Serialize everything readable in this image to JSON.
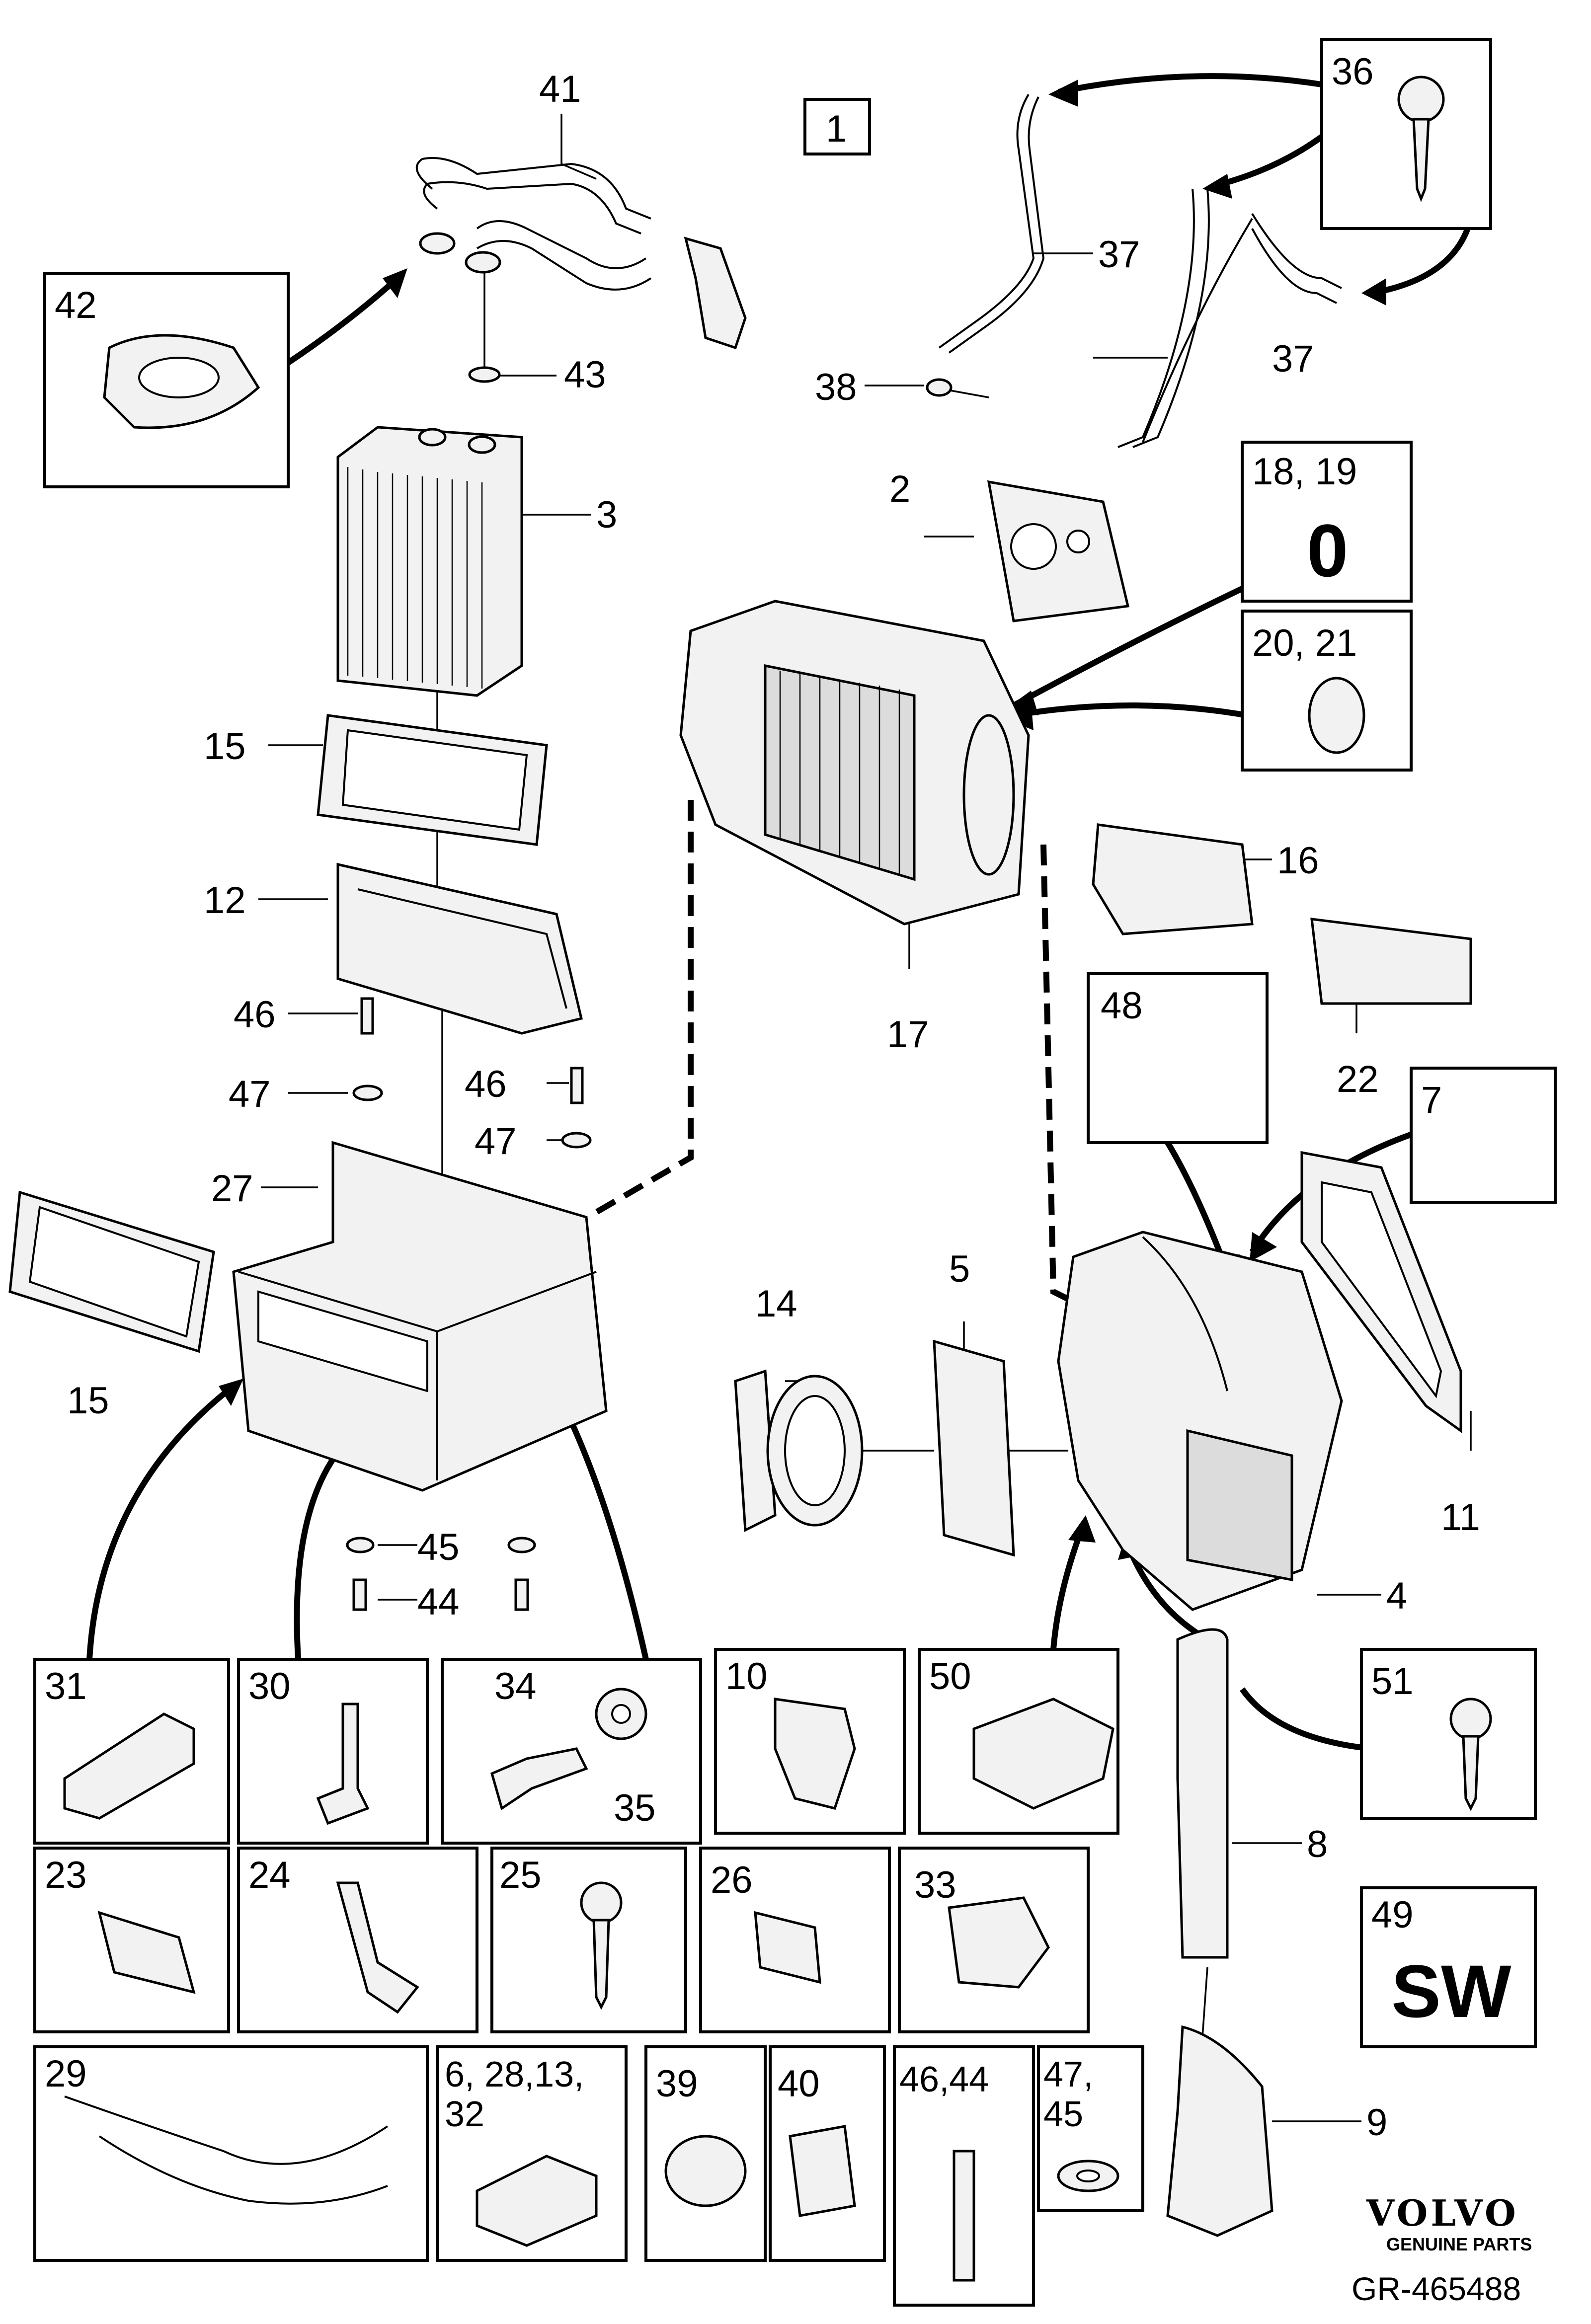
{
  "diagram": {
    "callouts": {
      "c1": "1",
      "c2": "2",
      "c3": "3",
      "c4": "4",
      "c5": "5",
      "c7": "7",
      "c8": "8",
      "c9": "9",
      "c11": "11",
      "c12": "12",
      "c14": "14",
      "c15a": "15",
      "c15b": "15",
      "c16": "16",
      "c17": "17",
      "c22": "22",
      "c27": "27",
      "c36": "36",
      "c37a": "37",
      "c37b": "37",
      "c38": "38",
      "c41": "41",
      "c42": "42",
      "c43": "43",
      "c44": "44",
      "c45": "45",
      "c46a": "46",
      "c46b": "46",
      "c47a": "47",
      "c47b": "47",
      "c48": "48",
      "c51": "51"
    },
    "insets": {
      "i1819": "18, 19",
      "i1819_sym": "0",
      "i2021": "20, 21",
      "i31": "31",
      "i30": "30",
      "i34": "34",
      "i35": "35",
      "i10": "10",
      "i50": "50",
      "i23": "23",
      "i24": "24",
      "i25": "25",
      "i26": "26",
      "i33": "33",
      "i29": "29",
      "i6_line1": "6, 28,13,",
      "i6_line2": "32",
      "i39": "39",
      "i40": "40",
      "i4644": "46,44",
      "i4745_line1": "47,",
      "i4745_line2": "45",
      "i49": "49",
      "i49_text": "SW"
    },
    "brand": {
      "name": "VOLVO",
      "sub": "GENUINE PARTS",
      "reference": "GR-465488"
    }
  }
}
